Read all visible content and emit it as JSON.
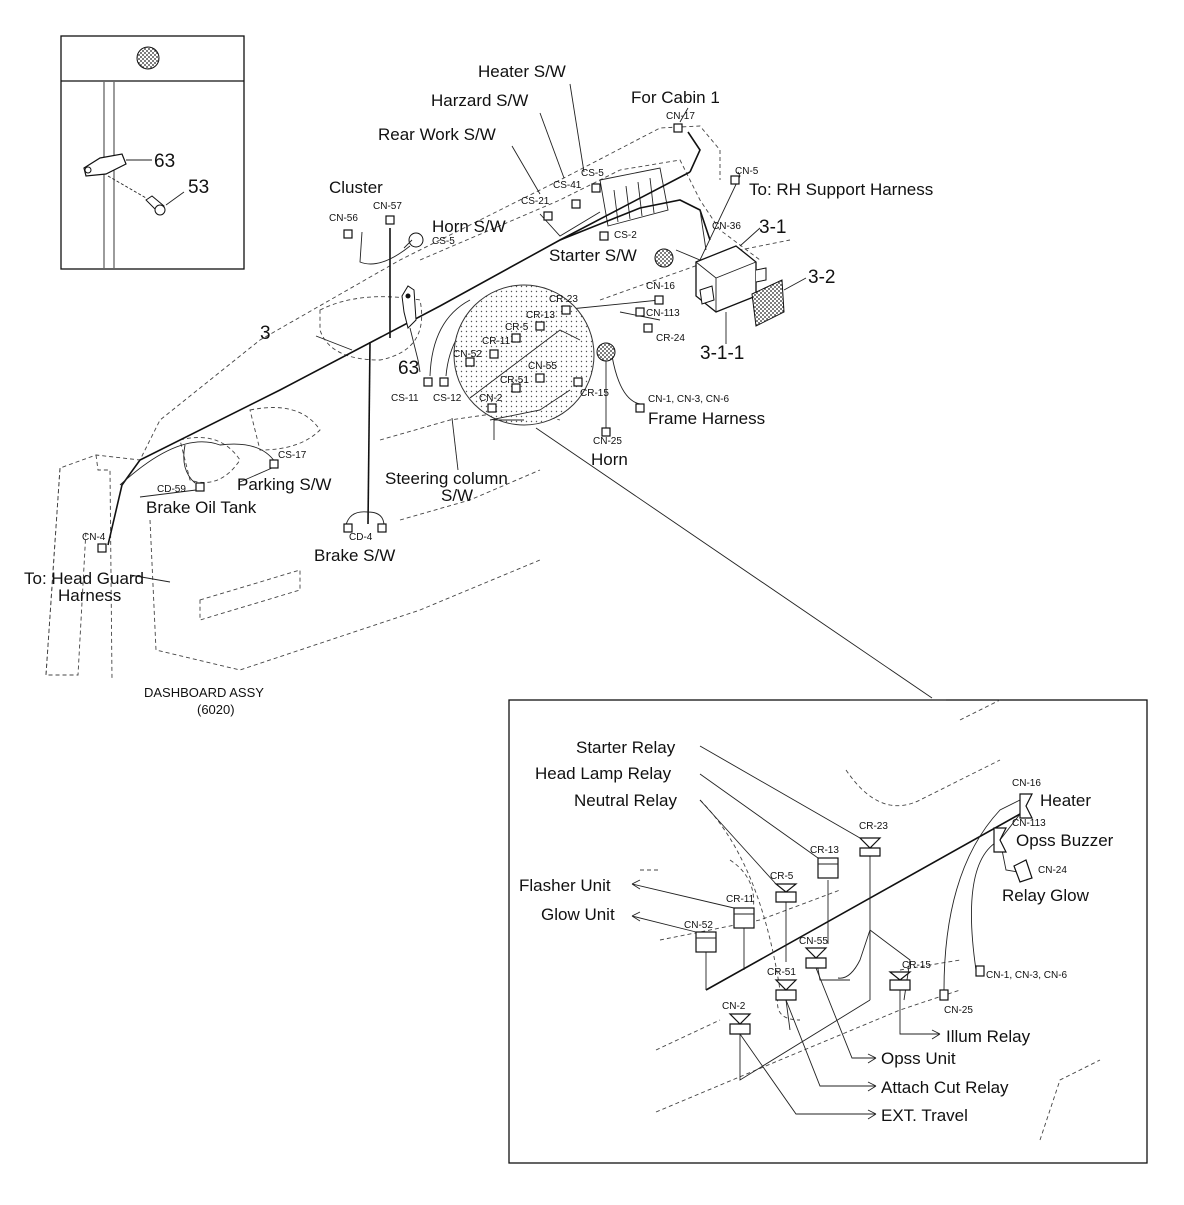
{
  "inset_detail": {
    "part_63": "63",
    "part_53": "53"
  },
  "main_labels": {
    "heater_sw": "Heater S/W",
    "harzard_sw": "Harzard S/W",
    "rear_work_sw": "Rear Work S/W",
    "for_cabin_1": "For Cabin 1",
    "cluster": "Cluster",
    "horn_sw": "Horn S/W",
    "starter_sw": "Starter S/W",
    "to_rh_support": "To: RH Support Harness",
    "part_3_1": "3-1",
    "part_3_2": "3-2",
    "part_3_1_1": "3-1-1",
    "part_3": "3",
    "part_63": "63",
    "frame_harness": "Frame Harness",
    "horn": "Horn",
    "parking_sw": "Parking S/W",
    "brake_oil_tank": "Brake Oil Tank",
    "steering_column_1": "Steering column",
    "steering_column_2": "S/W",
    "brake_sw": "Brake S/W",
    "to_head_guard_1": "To: Head Guard",
    "to_head_guard_2": "Harness",
    "dashboard_assy_1": "DASHBOARD ASSY",
    "dashboard_assy_2": "(6020)"
  },
  "main_connectors": {
    "cn17": "CN-17",
    "cs5_top": "CS-5",
    "cs41": "CS-41",
    "cs21": "CS-21",
    "cn5": "CN-5",
    "cn56": "CN-56",
    "cn57": "CN-57",
    "cs5_horn": "CS-5",
    "cs2": "CS-2",
    "cn36": "CN-36",
    "cr23": "CR-23",
    "cr13": "CR-13",
    "cr5": "CR-5",
    "cr11": "CR-11",
    "cn52": "CN-52",
    "cn55": "CN-55",
    "cr51": "CR-51",
    "cn2": "CN-2",
    "cr15": "CR-15",
    "cn16": "CN-16",
    "cn113": "CN-113",
    "cr24": "CR-24",
    "cn1_3_6": "CN-1, CN-3, CN-6",
    "cn25": "CN-25",
    "cs11": "CS-11",
    "cs12": "CS-12",
    "cs17": "CS-17",
    "cd59": "CD-59",
    "cd4": "CD-4",
    "cn4": "CN-4"
  },
  "detail_labels": {
    "starter_relay": "Starter Relay",
    "head_lamp_relay": "Head Lamp Relay",
    "neutral_relay": "Neutral Relay",
    "flasher_unit": "Flasher Unit",
    "glow_unit": "Glow Unit",
    "heater": "Heater",
    "opss_buzzer": "Opss Buzzer",
    "relay_glow": "Relay Glow",
    "illum_relay": "Illum Relay",
    "opss_unit": "Opss Unit",
    "attach_cut_relay": "Attach Cut Relay",
    "ext_travel": "EXT. Travel"
  },
  "detail_connectors": {
    "cn16": "CN-16",
    "cn113": "CN-113",
    "cn24": "CN-24",
    "cr23": "CR-23",
    "cr13": "CR-13",
    "cr5": "CR-5",
    "cr11": "CR-11",
    "cn52": "CN-52",
    "cn55": "CN-55",
    "cr51": "CR-51",
    "cn2": "CN-2",
    "cr15": "CR-15",
    "cn1_3_6": "CN-1, CN-3, CN-6",
    "cn25": "CN-25"
  }
}
